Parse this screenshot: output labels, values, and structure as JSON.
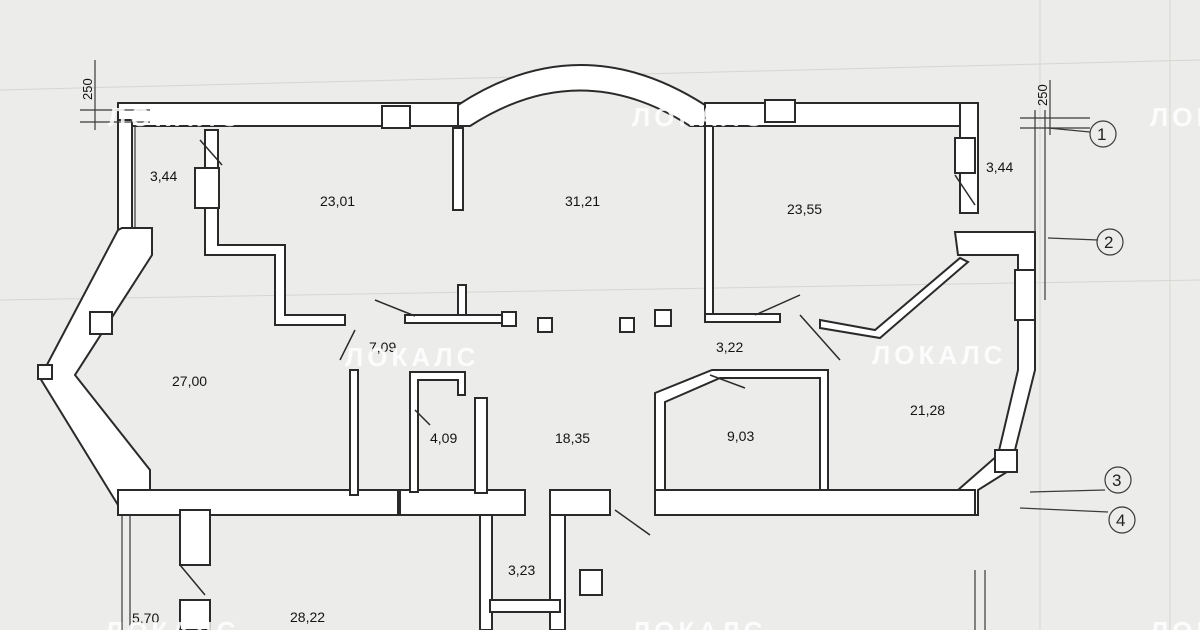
{
  "watermark": "ЛОКАЛС",
  "dimensions": {
    "left": "250",
    "right": "250"
  },
  "axes": [
    "1",
    "2",
    "3",
    "4"
  ],
  "rooms": [
    {
      "label": "3,44"
    },
    {
      "label": "23,01"
    },
    {
      "label": "31,21"
    },
    {
      "label": "23,55"
    },
    {
      "label": "3,44"
    },
    {
      "label": "27,00"
    },
    {
      "label": "7,09"
    },
    {
      "label": "3,22"
    },
    {
      "label": "21,28"
    },
    {
      "label": "4,09"
    },
    {
      "label": "18,35"
    },
    {
      "label": "9,03"
    },
    {
      "label": "3,23"
    },
    {
      "label": "5,70"
    },
    {
      "label": "28,22"
    }
  ],
  "colors": {
    "paper": "#ececea",
    "wall": "#ffffff",
    "line": "#2a2a2a"
  }
}
